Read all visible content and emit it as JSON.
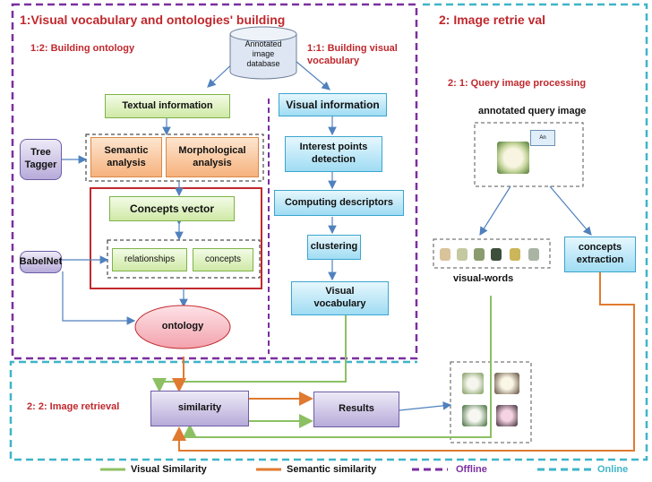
{
  "sections": {
    "offline_title": "1:Visual vocabulary and ontologies' building",
    "online_title": "2: Image retrie val",
    "building_ontology": "1:2: Building ontology",
    "building_visual_line1": "1:1: Building visual",
    "building_visual_line2": "vocabulary",
    "query_processing": "2: 1: Query image processing",
    "image_retrieval": "2: 2: Image retrieval"
  },
  "nodes": {
    "database_line1": "Annotated",
    "database_line2": "image",
    "database_line3": "database",
    "textual_information": "Textual information",
    "visual_information": "Visual  information",
    "tree_tagger_line1": "Tree",
    "tree_tagger_line2": "Tagger",
    "semantic_analysis_line1": "Semantic",
    "semantic_analysis_line2": "analysis",
    "morphological_analysis_line1": "Morphological",
    "morphological_analysis_line2": "analysis",
    "interest_points_line1": "Interest points",
    "interest_points_line2": "detection",
    "concepts_vector": "Concepts vector",
    "computing_descriptors": "Computing descriptors",
    "babelnet": "BabelNet",
    "relationships": "relationships",
    "concepts": "concepts",
    "clustering": "clustering",
    "visual_vocabulary_line1": "Visual",
    "visual_vocabulary_line2": "vocabulary",
    "ontology": "ontology",
    "annotated_query_image": "annotated query image",
    "query_note": "An",
    "visual_words": "visual-words",
    "concepts_extraction_line1": "concepts",
    "concepts_extraction_line2": "extraction",
    "similarity": "similarity",
    "results": "Results"
  },
  "legend": {
    "visual_similarity": "Visual Similarity",
    "semantic_similarity": "Semantic similarity",
    "offline": "Offline",
    "online": "Online"
  },
  "colors": {
    "offline_border": "#7b2fa0",
    "online_border": "#3fb4c9",
    "visual_flow": "#8cc063",
    "semantic_flow": "#e07a30",
    "arrow_blue": "#4f81bd",
    "highlight_border": "#c0282d",
    "section_title": "#c0282d"
  },
  "icons": [
    "flower-thumbnail-icon",
    "database-cylinder-icon",
    "note-icon"
  ]
}
